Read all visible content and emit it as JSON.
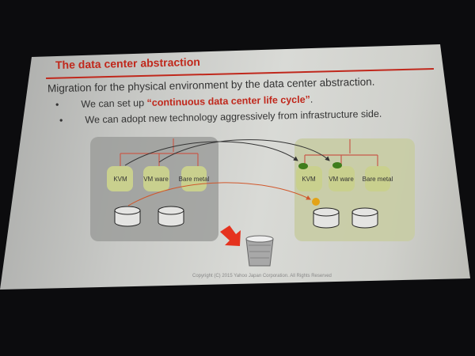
{
  "slide": {
    "title": "The data center abstraction",
    "lead": "Migration for the physical environment by the data center abstraction.",
    "bullets": [
      {
        "prefix": "We can set up ",
        "highlight": "“continuous data center life cycle”",
        "suffix": "."
      },
      {
        "prefix": "We can adopt new technology aggressively from infrastructure side.",
        "highlight": "",
        "suffix": ""
      }
    ],
    "left_dc": {
      "nodes": [
        "KVM",
        "VM ware",
        "Bare metal"
      ]
    },
    "right_dc": {
      "nodes": [
        "KVM",
        "VM ware",
        "Bare metal"
      ]
    },
    "copyright": "Copyright (C) 2015 Yahoo Japan Corporation. All Rights Reserved",
    "colors": {
      "accent": "#c0281c",
      "node": "#c9d08e",
      "old_dc": "#9a9b98",
      "new_dc": "#c8cca4",
      "migrate_dot": "#3f7d1c",
      "storage_dot": "#e3a317"
    }
  }
}
